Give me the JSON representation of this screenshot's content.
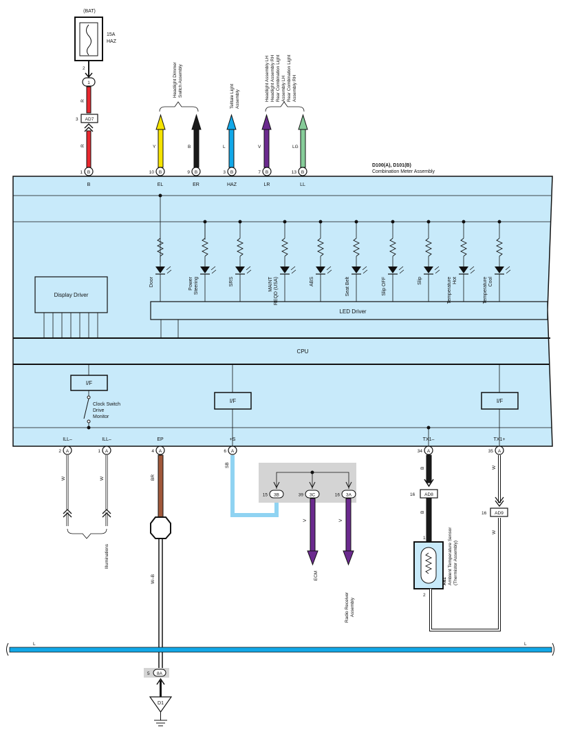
{
  "colors": {
    "red": "#e8282f",
    "yellow": "#f6e400",
    "black": "#1a1a1a",
    "blue_lite": "#12a8e8",
    "purple": "#6b2a8e",
    "green": "#86cc99",
    "brown": "#a0583a",
    "sky": "#8fd3f2",
    "gray_wire": "#8a8a8a",
    "panel": "#c8eafa",
    "shade": "#d4d4d4"
  },
  "top": {
    "bat": "(BAT)",
    "fuse_amp": "15A",
    "fuse_name": "HAZ",
    "fuse_pin": "2",
    "j1": "1",
    "wire_r1": "R",
    "ad7_pin": "3",
    "ad7": "AD7",
    "wire_r2": "R",
    "headlight_dimmer": [
      "Headlight Dimmer",
      "Switch Assembly"
    ],
    "telltale": [
      "Telltale Light",
      "Assembly"
    ],
    "headlight_lh_group": [
      "Headlight Assembly LH",
      "Headlight Assembly RH",
      "Rear Combination Light",
      "Assembly LH",
      "Rear Combination Light",
      "Assembly RH"
    ],
    "wire_y": "Y",
    "wire_b": "B",
    "wire_l": "L",
    "wire_v": "V",
    "wire_lg": "LG"
  },
  "meter": {
    "connector_id": "D100(A), D101(B)",
    "name": "Combination Meter Assembly",
    "top_pins": [
      {
        "pin": "1",
        "c": "B",
        "label": "B"
      },
      {
        "pin": "10",
        "c": "B",
        "label": "EL"
      },
      {
        "pin": "9",
        "c": "B",
        "label": "ER"
      },
      {
        "pin": "3",
        "c": "B",
        "label": "HAZ"
      },
      {
        "pin": "7",
        "c": "B",
        "label": "LR"
      },
      {
        "pin": "13",
        "c": "B",
        "label": "LL"
      }
    ],
    "display_driver": "Display Driver",
    "led_driver": "LED Driver",
    "cpu": "CPU",
    "if_label": "I/F",
    "clock_switch": [
      "Clock Switch",
      "Drive",
      "Monitor"
    ],
    "leds": [
      [
        "Door"
      ],
      [
        "Power",
        "Steering"
      ],
      [
        "SRS"
      ],
      [
        "MAINT",
        "REQD (USA)"
      ],
      [
        "ABS"
      ],
      [
        "Seat Belt"
      ],
      [
        "Slip OFF"
      ],
      [
        "Slip"
      ],
      [
        "Temperature",
        "Hot"
      ],
      [
        "Temperature",
        "Cool"
      ]
    ],
    "bottom_pins": [
      {
        "pin": "2",
        "c": "A",
        "label": "ILL–"
      },
      {
        "pin": "1",
        "c": "A",
        "label": "ILL–"
      },
      {
        "pin": "4",
        "c": "A",
        "label": "EP"
      },
      {
        "pin": "6",
        "c": "A",
        "label": "+S"
      },
      {
        "pin": "34",
        "c": "A",
        "label": "TX1–"
      },
      {
        "pin": "35",
        "c": "A",
        "label": "TX1+"
      }
    ]
  },
  "bottom": {
    "wire_w1": "W",
    "wire_w2": "W",
    "illuminations": "Illuminations",
    "wire_br": "BR",
    "wire_wb": "W–B",
    "wire_sb": "SB",
    "junction": [
      {
        "pin": "15",
        "id": "3B"
      },
      {
        "pin": "39",
        "id": "3C"
      },
      {
        "pin": "16",
        "id": "3A"
      }
    ],
    "wire_v1": "V",
    "wire_v2": "V",
    "ecm": "ECM",
    "radio": [
      "Radio Receiver",
      "Assembly"
    ],
    "wire_b1": "B",
    "ad8_pin": "16",
    "ad8": "AD8",
    "wire_b2": "B",
    "wire_w3": "W",
    "ad9_pin": "16",
    "ad9": "AD9",
    "wire_w4": "W",
    "sensor_pin1": "1",
    "sensor_pin2": "2",
    "sensor_id": "A61",
    "sensor_name": [
      "Ambient Temperature Sensor",
      "(Thermistor Assembly)"
    ],
    "bus_left": "L",
    "bus_right": "L",
    "ground_pin": "5",
    "ground_conn": "8A",
    "ground": "D1"
  }
}
